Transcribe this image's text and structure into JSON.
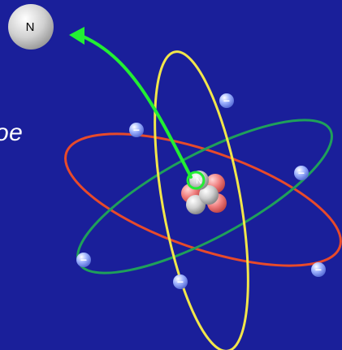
{
  "slide": {
    "partial_text": "oe",
    "neutron_label": "N",
    "nucleus_neutron_label": "N",
    "electron_label": "−"
  },
  "colors": {
    "background": "#1a1f9a",
    "yellow_orbit": "#f2e64a",
    "red_orbit": "#e84a2a",
    "green_orbit": "#1fa05a",
    "arrow": "#22ee33",
    "proton": "#f08080",
    "neutron": "#c8c8c8",
    "electron": "#8fa8ff"
  },
  "icons": {
    "electron": "electron-sphere",
    "proton": "proton-sphere",
    "neutron": "neutron-sphere",
    "ejected_neutron": "neutron-sphere-large",
    "arrow": "curved-arrow"
  }
}
